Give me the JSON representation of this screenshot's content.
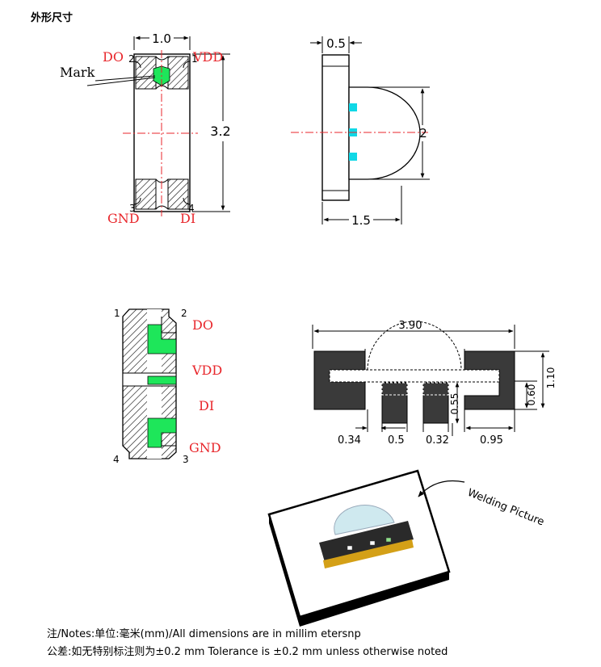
{
  "title": "外形尺寸",
  "colors": {
    "accent_red": "#e8262b",
    "pad_green": "#1ee65a",
    "led_cyan": "#10d8e6",
    "ink": "#000000"
  },
  "top_view": {
    "dim_width": "1.0",
    "dim_height": "3.2",
    "mark_label": "Mark",
    "pins": [
      {
        "num": "2",
        "label": "DO"
      },
      {
        "num": "1",
        "label": "VDD"
      },
      {
        "num": "3",
        "label": "GND"
      },
      {
        "num": "4",
        "label": "DI"
      }
    ]
  },
  "side_view": {
    "dim_top": "0.5",
    "dim_right": "2",
    "dim_bottom": "1.5"
  },
  "circuit_view": {
    "pin_nums": [
      "1",
      "2",
      "4",
      "3"
    ],
    "labels": [
      "DO",
      "VDD",
      "DI",
      "GND"
    ]
  },
  "footprint": {
    "dim_total": "3.90",
    "dim_height": "1.10",
    "dim_pad_h": "0.60",
    "dim_mid_h": "0.55",
    "bottom_dims": [
      "0.34",
      "0.5",
      "0.32",
      "0.95"
    ]
  },
  "photo": {
    "label": "Welding Picture"
  },
  "notes": {
    "line1": "注/Notes:单位:毫米(mm)/All dimensions are in millim etersnp",
    "line2": "公差:如无特别标注则为±0.2 mm  Tolerance is ±0.2  mm unless otherwise noted"
  }
}
